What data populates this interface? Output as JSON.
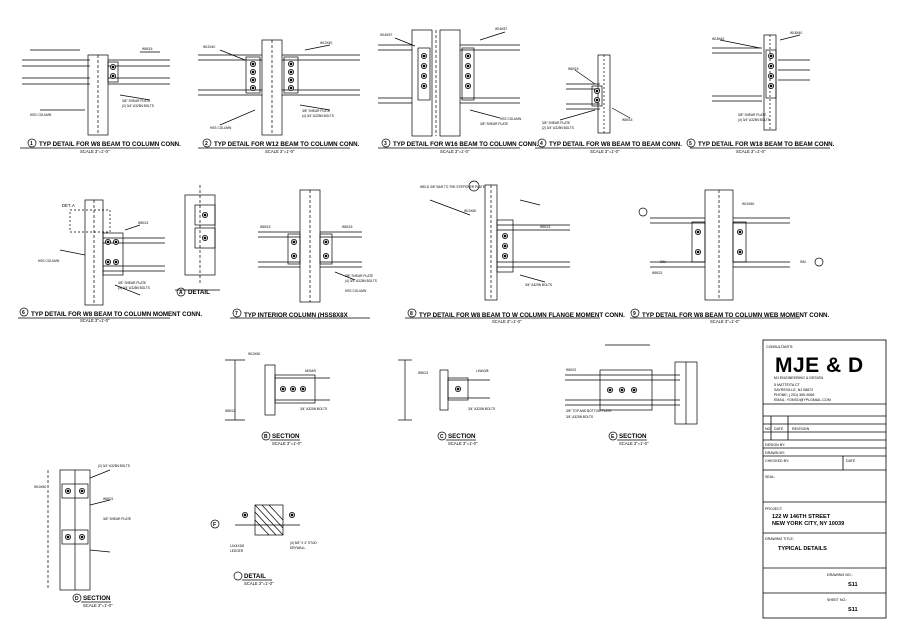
{
  "details": [
    {
      "num": "1",
      "title": "TYP DETAIL FOR W8 BEAM TO COLUMN CONN.",
      "scale": "SCALE 3\"=1'-0\"",
      "notes": [
        "W8X15",
        "HSS COLUMN",
        "3/8\" SHEAR PLATE",
        "(2) 3/4\" A325N BOLTS"
      ]
    },
    {
      "num": "2",
      "title": "TYP DETAIL FOR W12 BEAM TO COLUMN CONN.",
      "scale": "SCALE 3\"=1'-0\"",
      "notes": [
        "W12X40",
        "W12X40",
        "HSS COLUMN",
        "3/8\" SHEAR PLATE",
        "(4) 3/4\" A325N BOLTS"
      ]
    },
    {
      "num": "3",
      "title": "TYP DETAIL FOR W16 BEAM TO COLUMN CONN.",
      "scale": "SCALE 3\"=1'-0\"",
      "notes": [
        "W16X57",
        "W16X57",
        "HSS COLUMN",
        "3/8\" SHEAR PLATE"
      ]
    },
    {
      "num": "4",
      "title": "TYP DETAIL FOR W8 BEAM TO BEAM CONN.",
      "scale": "SCALE 3\"=1'-0\"",
      "notes": [
        "W8X15",
        "W8X15",
        "3/8\" SHEAR PLATE",
        "(2) 3/4\" A325N BOLTS"
      ]
    },
    {
      "num": "5",
      "title": "TYP DETAIL FOR W18 BEAM TO BEAM CONN.",
      "scale": "SCALE 3\"=1'-0\"",
      "notes": [
        "W18X40",
        "W18X40",
        "3/8\" SHEAR PLATE",
        "(4) 3/4\" A325N BOLTS"
      ]
    },
    {
      "num": "6",
      "title": "TYP DETAIL FOR W8 BEAM TO COLUMN MOMENT CONN.",
      "scale": "SCALE 3\"=1'-0\"",
      "notes": [
        "DET. A",
        "W8X21",
        "HSS COLUMN",
        "3/8\" SHEAR PLATE",
        "(4) 3/4\" A325N BOLTS"
      ]
    },
    {
      "num": "A",
      "title": "DETAIL",
      "scale": "",
      "notes": []
    },
    {
      "num": "7",
      "title": "TYP INTERIOR COLUMN (HSS8X8X",
      "scale": "",
      "notes": [
        "W8X15",
        "W8X15",
        "3/8\" SHEAR PLATE",
        "(4) 3/4\" A325N BOLTS",
        "HSS COLUMN"
      ]
    },
    {
      "num": "8",
      "title": "TYP DETAIL FOR W8 BEAM TO W COLUMN FLANGE MOMENT CONN.",
      "scale": "SCALE 3\"=1'-0\"",
      "notes": [
        "W8X21",
        "W10X60",
        "WELD 3/8\" BAR TO THE STIFFENER PLATE",
        "3/4\" A325N BOLTS"
      ]
    },
    {
      "num": "9",
      "title": "TYP DETAIL FOR W8 BEAM TO COLUMN WEB MOMENT CONN.",
      "scale": "SCALE 3\"=1'-0\"",
      "notes": [
        "W10X60",
        "W8X21",
        "SIM",
        "SIM"
      ]
    },
    {
      "num": "B",
      "title": "SECTION",
      "scale": "SCALE 3\"=1'-0\"",
      "notes": [
        "W10X60",
        "#8 BAR",
        "W8X21",
        "3/4\" A325N BOLTS"
      ]
    },
    {
      "num": "C",
      "title": "SECTION",
      "scale": "SCALE 3\"=1'-0\"",
      "notes": [
        "W8X21",
        "LxWx3/8",
        "3/4\" A325N BOLTS"
      ]
    },
    {
      "num": "E",
      "title": "SECTION",
      "scale": "SCALE 3\"=1'-0\"",
      "notes": [
        "W8X21",
        "3/4\" A325N BOLTS",
        "3/8\" TOP AND BOTTOM PLATE"
      ]
    },
    {
      "num": "D",
      "title": "SECTION",
      "scale": "SCALE 3\"=1'-0\"",
      "notes": [
        "W10X60",
        "W8X21",
        "(2) 3/4\" A325N BOLTS",
        "3/8\" SHEAR PLATE"
      ]
    },
    {
      "num": "F",
      "title": "DETAIL",
      "scale": "SCALE 3\"=1'-0\"",
      "notes": [
        "L4X4X3/8",
        "(4) 5/8\" X 4\" STUD",
        "DRYWALL",
        "LEDGER"
      ]
    }
  ],
  "title_block": {
    "consultants_label": "CONSULTANTS:",
    "logo": "MJE & D",
    "firm_name": "MJ ENGINEERING & DESIGN",
    "address1": "5 MATTEITA CT",
    "address2": "SAYREVILLE, NJ 08872",
    "phone": "PHONE: ( 201) 365-9065",
    "email": "EMAIL: YONSO@YPLGMAIL.COM",
    "rev_headers": [
      "NO.",
      "DATE",
      "REVISION"
    ],
    "design_by": "DESIGN BY:",
    "drawn_by": "DRAWN BY:",
    "checked_by": "CHECKED BY:",
    "date_label": "DATE",
    "seal_label": "SEAL:",
    "project_label": "PROJECT:",
    "project_line1": "122 W 146TH STREET",
    "project_line2": "NEW YORK CITY, NY 10039",
    "drawing_title_label": "DRAWING TITLE:",
    "drawing_title": "TYPICAL DETAILS",
    "drawing_no_label": "DRAWING NO.:",
    "drawing_no": "S11",
    "sheet_no_label": "SHEET NO.:",
    "sheet_no": "S11"
  }
}
